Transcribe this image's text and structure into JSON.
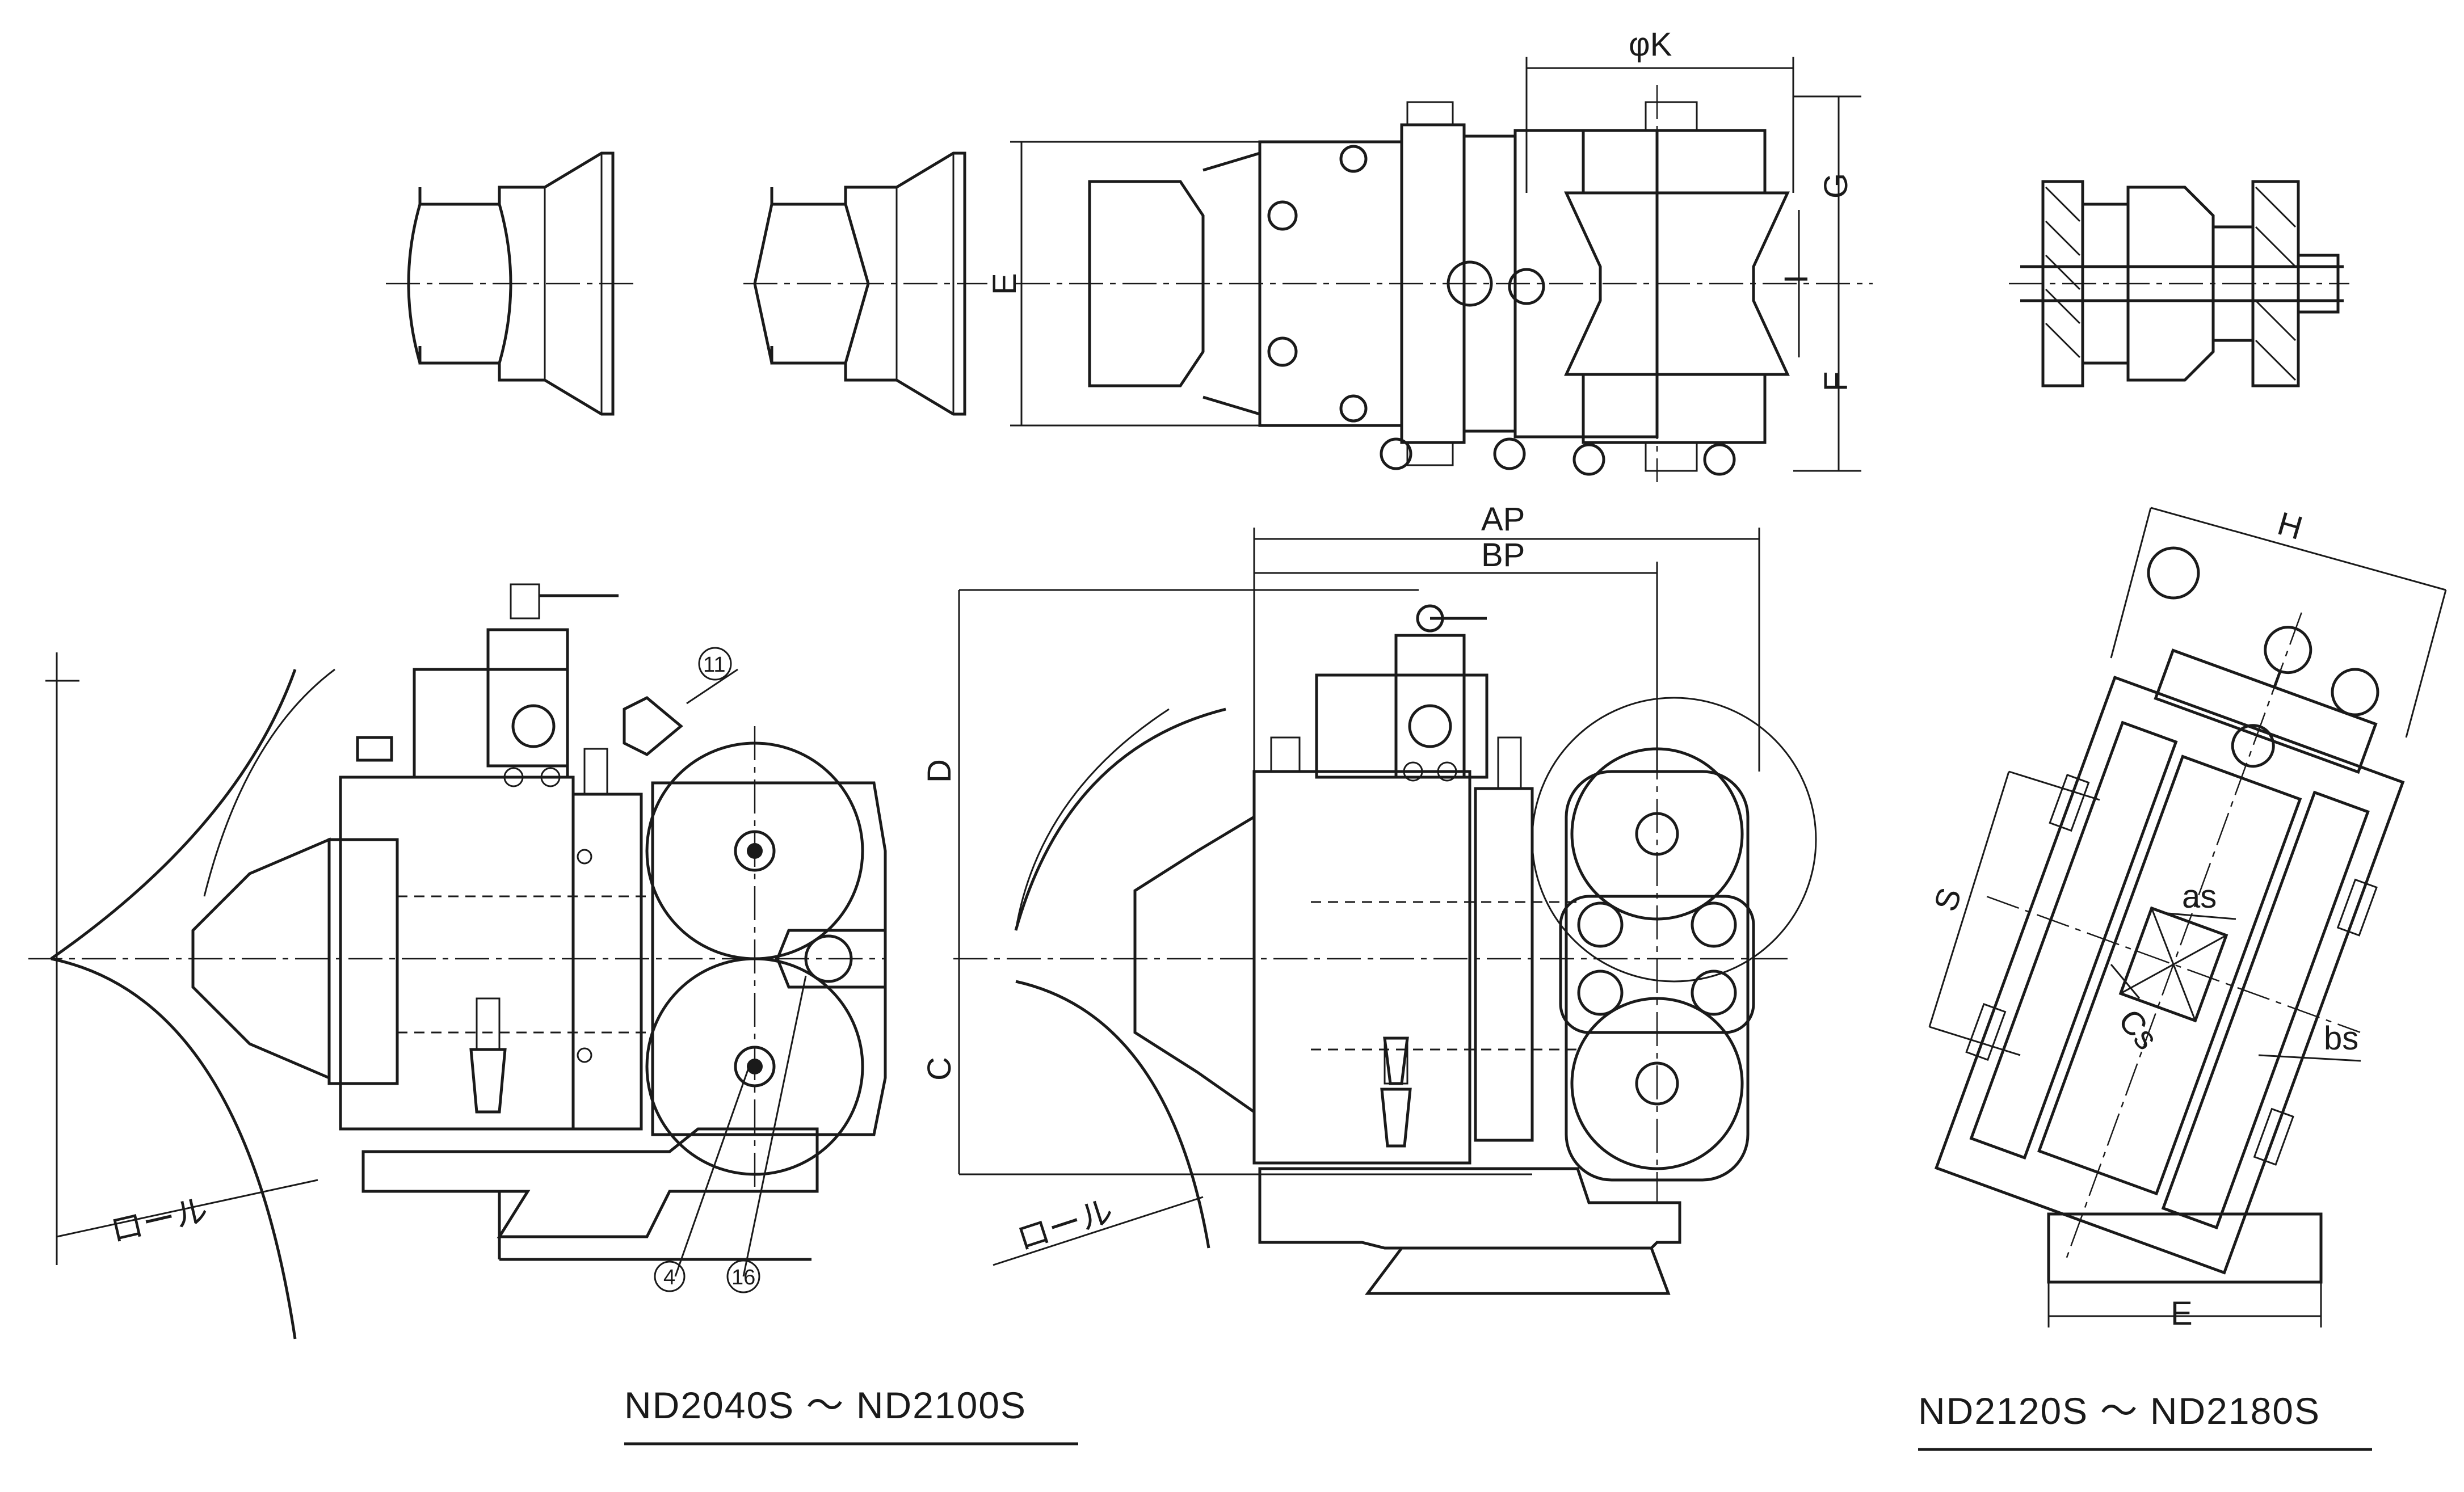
{
  "dimensions": {
    "phi_k": "φK",
    "g": "G",
    "i": "I",
    "f": "F",
    "e_top": "E",
    "ap": "AP",
    "bp": "BP",
    "d": "D",
    "c": "C",
    "h": "H",
    "s": "S",
    "as": "as",
    "cs": "Cs",
    "bs": "bs",
    "e_right": "E"
  },
  "annotations": {
    "roll_left": "ロール",
    "roll_center": "ロール",
    "part_11": "11",
    "part_4": "4",
    "part_16": "16"
  },
  "captions": {
    "left_series": "ND2040S ～ ND2100S",
    "right_series": "ND2120S ～ ND2180S"
  }
}
